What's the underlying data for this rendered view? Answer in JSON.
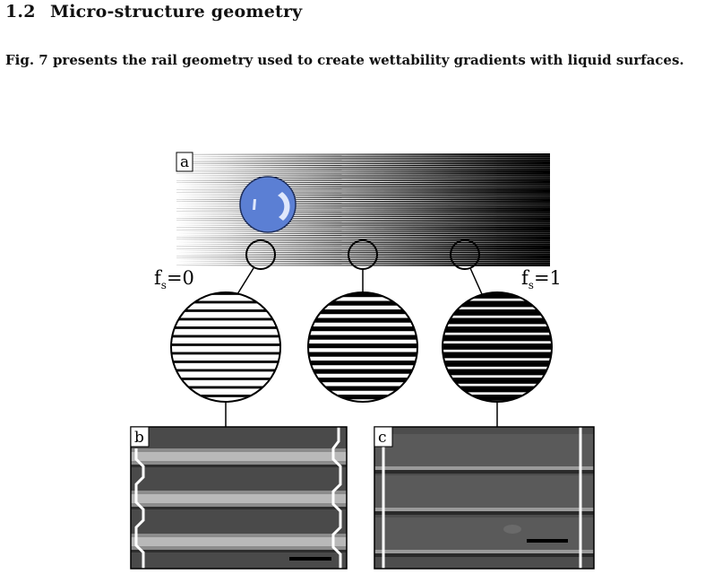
{
  "section": {
    "number": "1.2",
    "title": "Micro-structure geometry"
  },
  "paragraph": "Fig. 7 presents the rail geometry used to create wettability gradients with liquid surfaces.",
  "figure": {
    "panels": {
      "a": "a",
      "b": "b",
      "c": "c"
    },
    "fs_left": {
      "base": "f",
      "sub": "s",
      "value": "=0"
    },
    "fs_right": {
      "base": "f",
      "sub": "s",
      "value": "=1"
    },
    "gradient_range": [
      0,
      1
    ],
    "zoom_fill_fractions": [
      0.3,
      0.55,
      0.72
    ],
    "colors": {
      "droplet": "#5b7fd4",
      "droplet_edge": "#1f2f5c",
      "sem_background": "#4a4a4a",
      "sem_rail": "#b9b9b9",
      "sem_wall": "#ffffff",
      "scale_bar": "#000000"
    }
  }
}
